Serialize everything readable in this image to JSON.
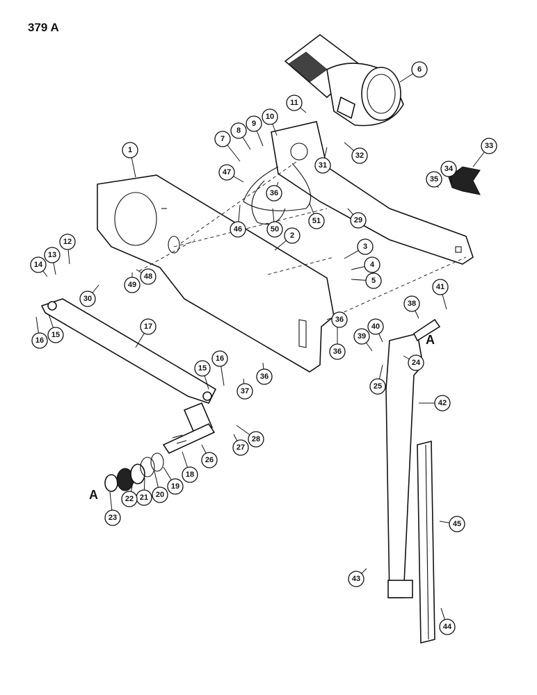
{
  "page": {
    "label": "379 A"
  },
  "reference_letters": [
    "A",
    "A"
  ],
  "callouts": [
    "1",
    "2",
    "3",
    "4",
    "5",
    "6",
    "7",
    "8",
    "9",
    "10",
    "11",
    "12",
    "13",
    "14",
    "15",
    "16",
    "17",
    "18",
    "19",
    "20",
    "21",
    "22",
    "23",
    "24",
    "25",
    "26",
    "27",
    "28",
    "29",
    "30",
    "31",
    "32",
    "33",
    "34",
    "35",
    "36",
    "36",
    "36",
    "36",
    "37",
    "38",
    "39",
    "40",
    "41",
    "42",
    "43",
    "44",
    "45",
    "46",
    "47",
    "48",
    "49",
    "50",
    "51",
    "15",
    "16"
  ]
}
